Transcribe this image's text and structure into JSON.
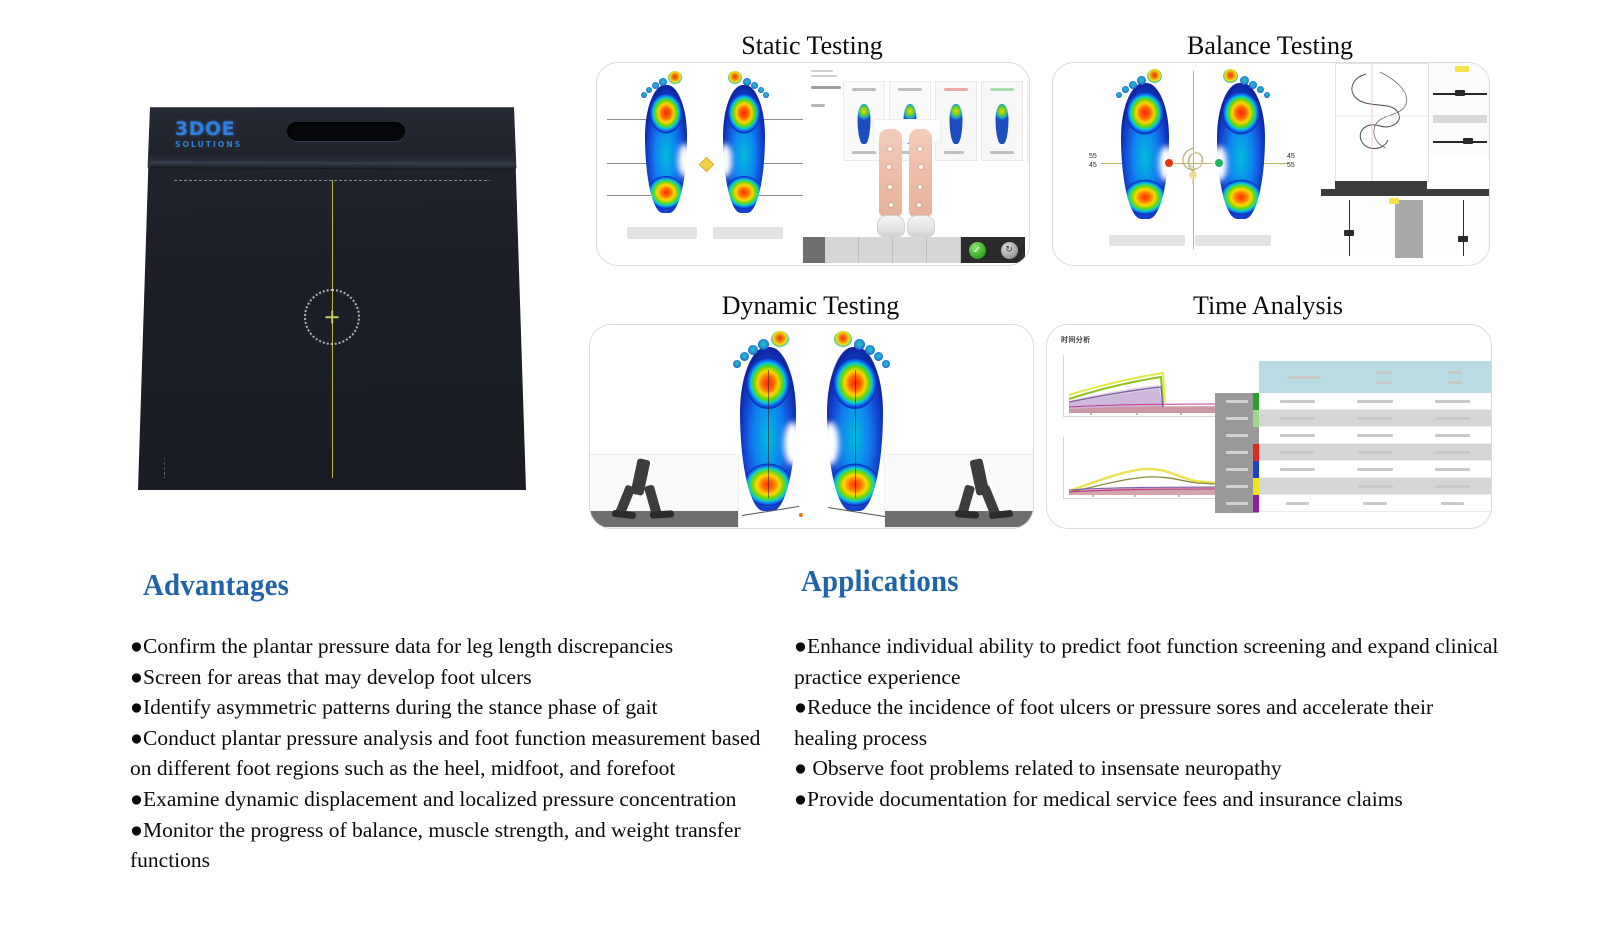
{
  "product": {
    "logo_main": "3DOE",
    "logo_sub": "SOLUTIONS",
    "alt_name": "plantar-pressure-plate"
  },
  "panels": [
    {
      "id": "static",
      "title": "Static Testing",
      "footer_buttons": [
        "confirm-check",
        "refresh"
      ],
      "thumbnail_count": 5
    },
    {
      "id": "balance",
      "title": "Balance Testing",
      "left_percent_top": "55",
      "left_percent_bottom": "45",
      "right_percent_top": "45",
      "right_percent_bottom": "55"
    },
    {
      "id": "dynamic",
      "title": "Dynamic Testing"
    },
    {
      "id": "time",
      "title": "Time Analysis",
      "caption": "时间分析",
      "table_row_colors": [
        "#2aa02a",
        "#9fd98f",
        "#e02b1c",
        "#1f3fd1",
        "#f2e31a",
        "#8b1fa8"
      ]
    }
  ],
  "advantages": {
    "heading": "Advantages",
    "items": [
      "●Confirm the plantar pressure data for leg length discrepancies",
      "●Screen for areas that may develop foot ulcers",
      "●Identify asymmetric patterns during the stance phase of gait",
      "●Conduct plantar pressure analysis and foot function measurement based on different foot regions such as the heel, midfoot, and forefoot",
      "●Examine dynamic displacement and localized pressure concentration",
      "●Monitor the progress of balance, muscle strength, and weight transfer functions"
    ]
  },
  "applications": {
    "heading": "Applications",
    "items": [
      "●Enhance individual ability to predict foot function screening and expand clinical practice experience",
      "●Reduce the incidence of foot ulcers or pressure sores and accelerate their healing process",
      "● Observe foot problems related to insensate neuropathy",
      "●Provide documentation for medical service fees and insurance claims"
    ]
  },
  "colors": {
    "heading_blue": "#1f63a8",
    "body_text": "#0a0a0a",
    "plate_body": "#1c1f27",
    "logo_blue": "#2f7fe0",
    "table_header_blue": "#b8dce3",
    "accent_yellow": "#b6b44a"
  }
}
